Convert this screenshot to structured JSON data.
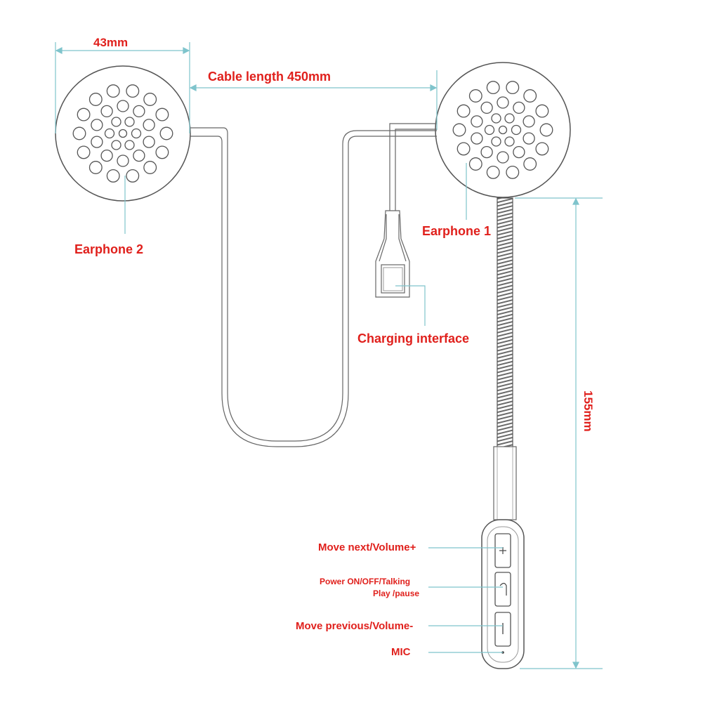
{
  "dimensions": {
    "speaker_diameter": "43mm",
    "cable_length": "Cable length 450mm",
    "mic_boom_length": "155mm"
  },
  "labels": {
    "earphone_2": "Earphone 2",
    "earphone_1": "Earphone 1",
    "charging_interface": "Charging interface",
    "move_next": "Move next/Volume+",
    "power_line1": "Power ON/OFF/Talking",
    "power_line2": "Play /pause",
    "move_previous": "Move previous/Volume-",
    "mic": "MIC"
  },
  "colors": {
    "label_red": "#e0201c",
    "dimension_line": "#7fc4cc",
    "outline": "#555555"
  },
  "icons": [
    "plus-icon",
    "phone-handset-icon",
    "minus-icon"
  ]
}
